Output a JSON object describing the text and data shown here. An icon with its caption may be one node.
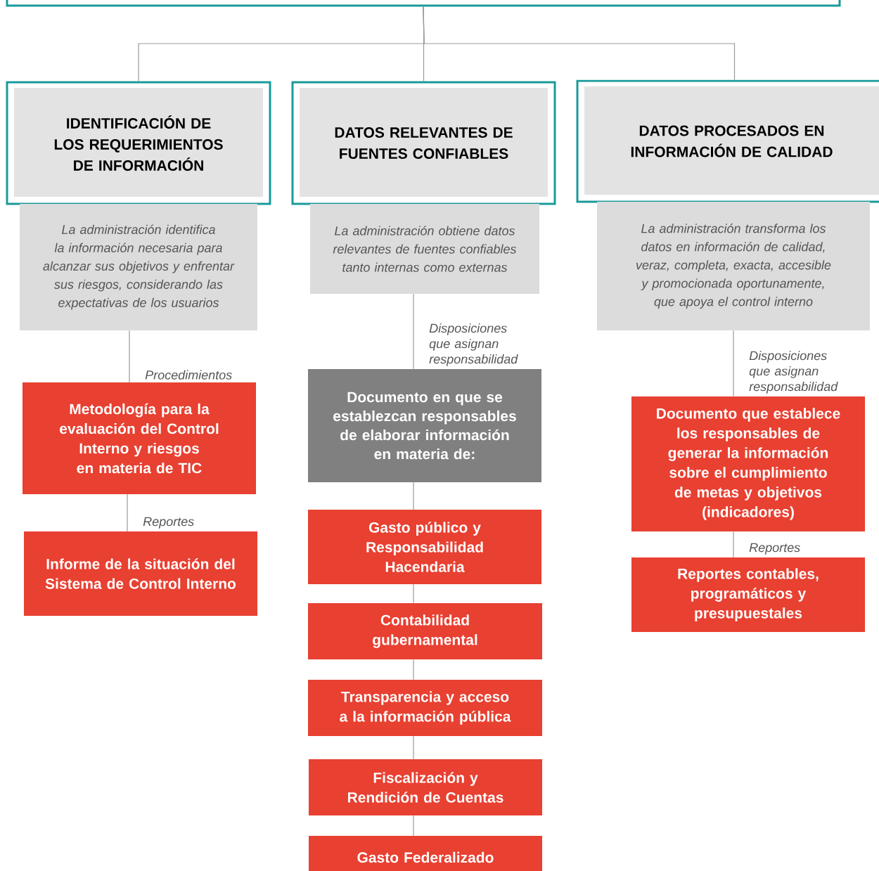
{
  "diagram": {
    "nodes": [
      {
        "text": [],
        "shape": "box"
      },
      {
        "text": [
          "IDENTIFICACIÓN DE LOS REQUERIMIENTOS DE INFORMACIÓN"
        ]
      },
      {
        "text": [
          "La administración identifica la información necesaria para alcanzar sus objetivos y enfrentar sus riesgos, considerando las expectativas de los usuarios"
        ]
      },
      {
        "text": [
          "DATOS RELEVANTES DE FUENTES CONFIABLES"
        ]
      },
      {
        "text": [
          "La administración obtiene datos relevantes de fuentes confiables tanto internas como externas"
        ]
      },
      {
        "text": [
          "DATOS PROCESADOS EN INFORMACIÓN DE CALIDAD"
        ]
      },
      {
        "text": [
          "La administración transforma los datos en información de calidad, veraz, completa, exacta, accesible y promocionada oportunamente, que apoya el control interno"
        ]
      },
      {
        "text": [
          "Metodología para la evaluación del Control Interno y riesgos en materia de TIC"
        ]
      },
      {
        "text": [
          "Informe de la situación del Sistema de Control Interno"
        ]
      },
      {
        "text": [
          "Documento en que se establezcan responsables de elaborar información en materia de:"
        ]
      },
      {
        "text": [
          "Gasto público y Responsabilidad Hacendaria"
        ]
      },
      {
        "text": [
          "Contabilidad gubernamental"
        ]
      },
      {
        "text": [
          "Transparencia y acceso a la información pública"
        ]
      },
      {
        "text": [
          "Fiscalización y Rendición de Cuentas"
        ]
      },
      {
        "text": [
          "Gasto Federalizado"
        ]
      },
      {
        "text": [
          "Documento que establece los responsables de generar la información sobre el cumplimiento de metas y objetivos (indicadores)"
        ]
      },
      {
        "text": [
          "Reportes contables, programáticos y presupuestales"
        ]
      }
    ],
    "edges": [
      {
        "from": 0,
        "to": 1,
        "arrow": "none"
      },
      {
        "from": 0,
        "to": 3,
        "arrow": "none"
      },
      {
        "from": 0,
        "to": 5,
        "arrow": "none"
      },
      {
        "from": 2,
        "to": 7,
        "arrow": "none",
        "label": "Procedimientos"
      },
      {
        "from": 7,
        "to": 8,
        "arrow": "none",
        "label": "Reportes"
      },
      {
        "from": 4,
        "to": 9,
        "arrow": "none",
        "label": "Disposiciones que asignan responsabilidad"
      },
      {
        "from": 9,
        "to": 10,
        "arrow": "none"
      },
      {
        "from": 10,
        "to": 11,
        "arrow": "none"
      },
      {
        "from": 11,
        "to": 12,
        "arrow": "none"
      },
      {
        "from": 12,
        "to": 13,
        "arrow": "none"
      },
      {
        "from": 13,
        "to": 14,
        "arrow": "none"
      },
      {
        "from": 6,
        "to": 15,
        "arrow": "none",
        "label": "Disposiciones que asignan responsabilidad"
      },
      {
        "from": 15,
        "to": 16,
        "arrow": "none",
        "label": "Reportes"
      }
    ]
  }
}
